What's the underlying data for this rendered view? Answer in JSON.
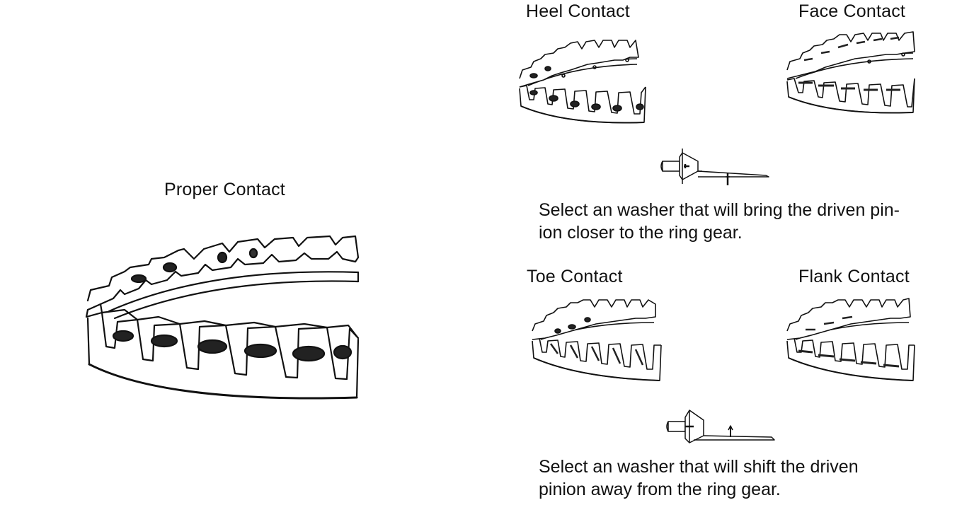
{
  "figure": {
    "proper": {
      "label": "Proper Contact"
    },
    "heel": {
      "label": "Heel Contact"
    },
    "face": {
      "label": "Face Contact"
    },
    "toe": {
      "label": "Toe Contact"
    },
    "flank": {
      "label": "Flank Contact"
    },
    "instruction_closer": {
      "line1": "Select an washer that will bring the driven pin-",
      "line2": "ion closer to the ring gear."
    },
    "instruction_away": {
      "line1": "Select an washer that will shift the driven",
      "line2": "pinion away from the ring gear."
    }
  }
}
